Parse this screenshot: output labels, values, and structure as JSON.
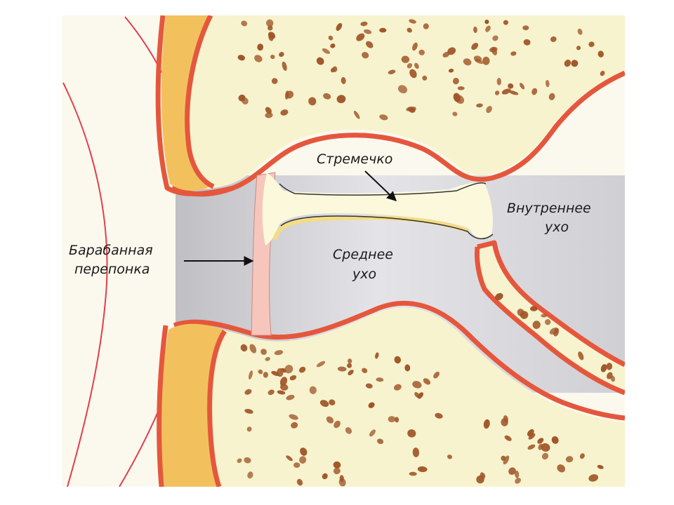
{
  "labels": {
    "stapes": "Стремечко",
    "inner_ear_line1": "Внутреннее",
    "inner_ear_line2": "ухо",
    "eardrum_line1": "Барабанная",
    "eardrum_line2": "перепонка",
    "middle_ear_line1": "Среднее",
    "middle_ear_line2": "ухо"
  },
  "colors": {
    "bone": "#f7f3cf",
    "cartilage": "#f2c15e",
    "lining": "#e5573d",
    "cavity": "#dcdcdf",
    "cavity_shadow": "#9e9ea3",
    "membrane": "#f6c6bd",
    "stapes": "#fbf8dc",
    "stapes_edge": "#f4dc83",
    "marrow": "#a05628",
    "sound_wave": "#e63c4c",
    "arrow": "#111111"
  }
}
